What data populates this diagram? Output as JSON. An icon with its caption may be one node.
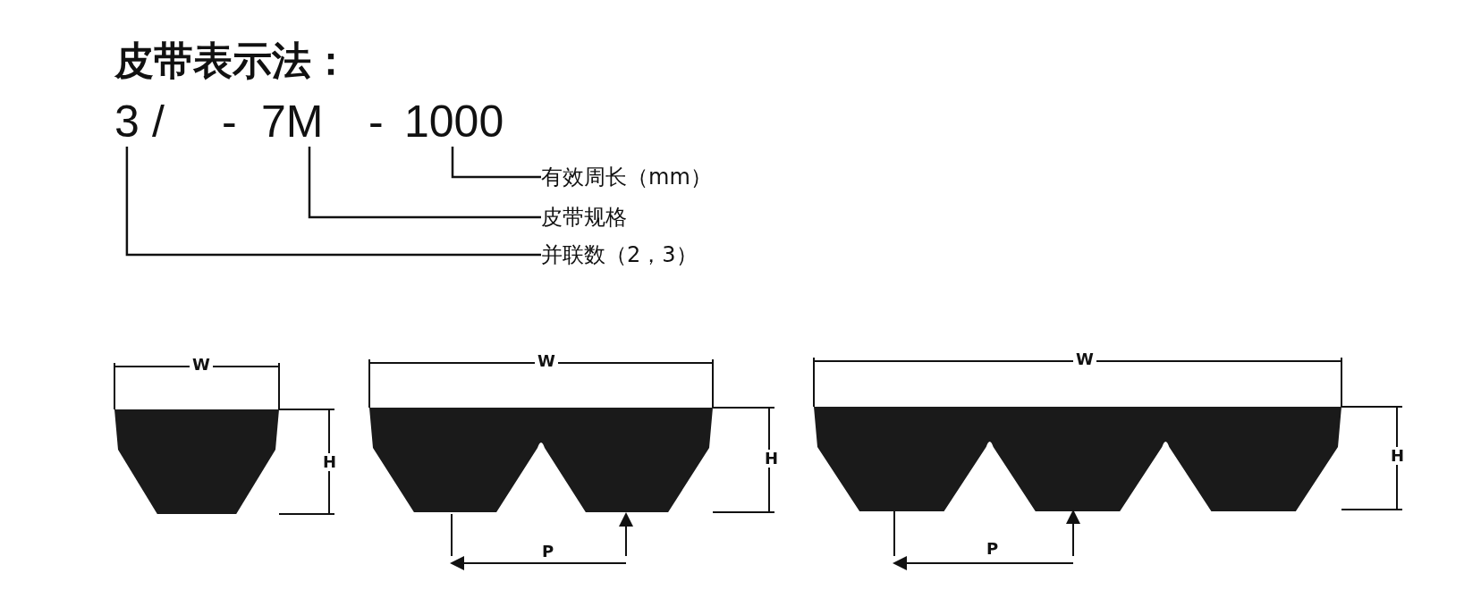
{
  "diagram": {
    "title": "皮带表示法：",
    "nodes": [
      {
        "text": [
          "3"
        ]
      },
      {
        "text": [
          "7M"
        ]
      },
      {
        "text": [
          "1000"
        ]
      },
      {
        "text": [
          "有效周长（mm）"
        ]
      },
      {
        "text": [
          "皮带规格"
        ]
      },
      {
        "text": [
          "并联数（2，3）"
        ]
      }
    ],
    "edges": [
      {
        "from": 3,
        "to": 2,
        "arrow": "none"
      },
      {
        "from": 4,
        "to": 1,
        "arrow": "none"
      },
      {
        "from": 5,
        "to": 0,
        "arrow": "none"
      }
    ],
    "labels": [
      "/",
      "-",
      "-",
      "W",
      "H",
      "W",
      "H",
      "P",
      "W",
      "H",
      "P"
    ]
  }
}
